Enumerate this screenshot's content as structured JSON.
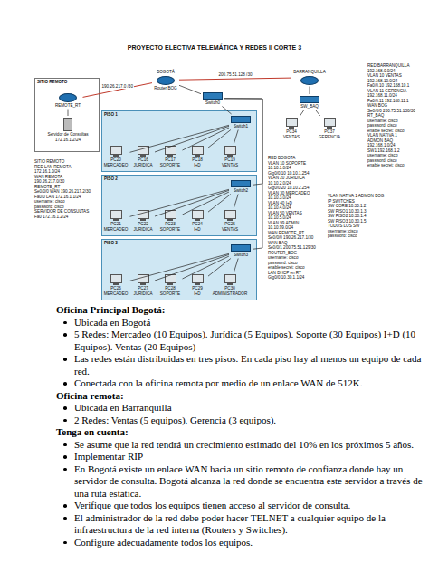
{
  "diagram": {
    "title": "PROYECTO ELECTIVA TELEMÁTICA Y REDES II CORTE 3",
    "nodes": [
      {
        "text": [
          "SITIO REMOTO"
        ]
      },
      {
        "text": [
          "REMOTE_RT"
        ],
        "in": 0
      },
      {
        "text": [
          "Servidor de Consultas",
          "172.16.1.2/24"
        ],
        "in": 0
      },
      {
        "text": [
          "BOGOTÁ",
          "Router BOG"
        ]
      },
      {
        "text": [
          "BARRANQUILLA"
        ]
      },
      {
        "text": [
          "SW_BAQ"
        ]
      },
      {
        "text": [
          "PC34",
          "VENTAS"
        ]
      },
      {
        "text": [
          "PC37",
          "GERENCIA"
        ]
      },
      {
        "text": [
          "Switch0"
        ]
      },
      {
        "text": [
          "PISO 1"
        ]
      },
      {
        "text": [
          "Switch1"
        ],
        "in": 9
      },
      {
        "text": [
          "PC20",
          "MERCADEO"
        ],
        "in": 9
      },
      {
        "text": [
          "PC16",
          "JURIDICA"
        ],
        "in": 9
      },
      {
        "text": [
          "PC17",
          "SOPORTE"
        ],
        "in": 9
      },
      {
        "text": [
          "PC18",
          "I+D"
        ],
        "in": 9
      },
      {
        "text": [
          "PC19",
          "VENTAS"
        ],
        "in": 9
      },
      {
        "text": [
          "PISO 2"
        ]
      },
      {
        "text": [
          "Switch2"
        ],
        "in": 16
      },
      {
        "text": [
          "PC21",
          "MERCADEO"
        ],
        "in": 16
      },
      {
        "text": [
          "PC22",
          "JURIDICA"
        ],
        "in": 16
      },
      {
        "text": [
          "PC23",
          "SOPORTE"
        ],
        "in": 16
      },
      {
        "text": [
          "PC24",
          "I+D"
        ],
        "in": 16
      },
      {
        "text": [
          "PC25",
          "VENTAS"
        ],
        "in": 16
      },
      {
        "text": [
          "PISO 3"
        ]
      },
      {
        "text": [
          "Switch3"
        ],
        "in": 23
      },
      {
        "text": [
          "PC26",
          "MERCADEO"
        ],
        "in": 23
      },
      {
        "text": [
          "PC27",
          "JURIDICA"
        ],
        "in": 23
      },
      {
        "text": [
          "PC28",
          "SOPORTE"
        ],
        "in": 23
      },
      {
        "text": [
          "PC29",
          "I+D"
        ],
        "in": 23
      },
      {
        "text": [
          "PC30",
          "ADMINISTRADOR"
        ],
        "in": 23
      }
    ],
    "edges": [
      {
        "from": 1,
        "to": 3,
        "arrow": "none",
        "label": "190.26.217.0 /30"
      },
      {
        "from": 3,
        "to": 4,
        "arrow": "none",
        "label": "200.75.51.128 /30"
      },
      {
        "from": 3,
        "to": 8,
        "arrow": "none"
      },
      {
        "from": 8,
        "to": 10,
        "arrow": "none"
      },
      {
        "from": 10,
        "to": 11,
        "arrow": "none"
      },
      {
        "from": 10,
        "to": 12,
        "arrow": "none"
      },
      {
        "from": 10,
        "to": 13,
        "arrow": "none"
      },
      {
        "from": 10,
        "to": 14,
        "arrow": "none"
      },
      {
        "from": 10,
        "to": 15,
        "arrow": "none"
      },
      {
        "from": 8,
        "to": 17,
        "arrow": "none"
      },
      {
        "from": 17,
        "to": 18,
        "arrow": "none"
      },
      {
        "from": 17,
        "to": 19,
        "arrow": "none"
      },
      {
        "from": 17,
        "to": 20,
        "arrow": "none"
      },
      {
        "from": 17,
        "to": 21,
        "arrow": "none"
      },
      {
        "from": 17,
        "to": 22,
        "arrow": "none"
      },
      {
        "from": 8,
        "to": 24,
        "arrow": "none"
      },
      {
        "from": 24,
        "to": 25,
        "arrow": "none"
      },
      {
        "from": 24,
        "to": 26,
        "arrow": "none"
      },
      {
        "from": 24,
        "to": 27,
        "arrow": "none"
      },
      {
        "from": 24,
        "to": 28,
        "arrow": "none"
      },
      {
        "from": 24,
        "to": 29,
        "arrow": "none"
      },
      {
        "from": 4,
        "to": 5,
        "arrow": "none"
      },
      {
        "from": 5,
        "to": 6,
        "arrow": "none"
      },
      {
        "from": 5,
        "to": 7,
        "arrow": "none"
      },
      {
        "from": 1,
        "to": 2,
        "arrow": "none"
      }
    ],
    "labels": [
      "SITIO REMOTO",
      "RED LAN REMOTA",
      "172.16.1.0/24",
      "WAN REMOTA",
      "190.26.217.0/30",
      "REMOTE_RT",
      "Se0/0/0 WAN 190.26.217.2/30",
      "Fa0/0 LAN 172.16.1.1/24",
      "username: cisco",
      "password: cisco",
      "SERVIDOR DE CONSULTAS",
      "Fa0 172.16.1.2/24",
      "RED BOGOTA",
      "VLAN 10 SOPORTE",
      "10.10.1.0/24",
      "Gig0/0.10 10.10.1.254",
      "VLAN 20 JURIDICA",
      "10.10.2.0/24",
      "Gig0/0.20 10.10.2.254",
      "VLAN 30 MERCADEO",
      "10.10.3.0/24",
      "VLAN 40 I+D",
      "10.10.4.0/24",
      "VLAN 50 VENTAS",
      "10.10.5.0/24",
      "VLAN 99 ADMIN",
      "10.10.99.0/24",
      "WAN REMOTE_RT",
      "Se0/0/0 190.26.217.1/30",
      "WAN BAQ",
      "Se0/0/1 200.75.51.129/30",
      "ROUTER_BOG",
      "username: cisco",
      "password: cisco",
      "enable secret: cisco",
      "LAN DHCP en RT",
      "Gig0/0 10.30.1.1/24",
      "VLAN NATIVA 1 ADMON BOG",
      "IP SWITCHES",
      "SW CORE 10.30.1.2",
      "SW PISO1 10.30.1.3",
      "SW PISO2 10.30.1.4",
      "SW PISO3 10.30.1.5",
      "TODOS LOS SW",
      "username: cisco",
      "password: cisco",
      "RED BARRANQUILLA",
      "192.168.0.0/24",
      "VLAN 10 VENTAS",
      "192.168.10.0/24",
      "Fa0/0.10 192.168.10.1",
      "VLAN 11 GERENCIA",
      "192.168.11.0/24",
      "Fa0/0.11 192.168.11.1",
      "WAN BOG",
      "Se0/0/0 200.75.51.130/30",
      "RT_BAQ",
      "username: cisco",
      "password: cisco",
      "enable secret: cisco",
      "VLAN NATIVA 1",
      "ADMON BAQ",
      "192.168.1.0/24",
      "SW1 192.168.1.2",
      "username: cisco",
      "password: cisco",
      "enable secret: cisco",
      "Oficina Principal Bogotá:",
      "Ubicada en Bogotá",
      "5 Redes: Mercadeo (10 Equipos). Jurídica (5 Equipos). Soporte (30 Equipos) I+D (10 Equipos). Ventas (20 Equipos)",
      "Las redes están distribuidas en tres pisos. En cada piso hay al menos un equipo de cada red.",
      "Conectada con la oficina remota por medio de un enlace WAN de 512K.",
      "Oficina remota:",
      "Ubicada en Barranquilla",
      "2 Redes: Ventas (5 equipos). Gerencia (3 equipos).",
      "Tenga en cuenta:",
      "Se asume que la red tendrá un crecimiento estimado del 10% en los próximos 5 años.",
      "Implementar RIP",
      "En Bogotá existe un enlace WAN hacia un sitio remoto de confianza donde hay un servidor de consulta. Bogotá alcanza la red donde se encuentra este servidor a través de una ruta estática.",
      "Verifique que todos los equipos tienen acceso al servidor de consulta.",
      "El administrador de la red debe poder hacer TELNET a cualquier equipo de la infraestructura de la red interna (Routers y Switches).",
      "Configure adecuadamente todos los equipos."
    ]
  }
}
